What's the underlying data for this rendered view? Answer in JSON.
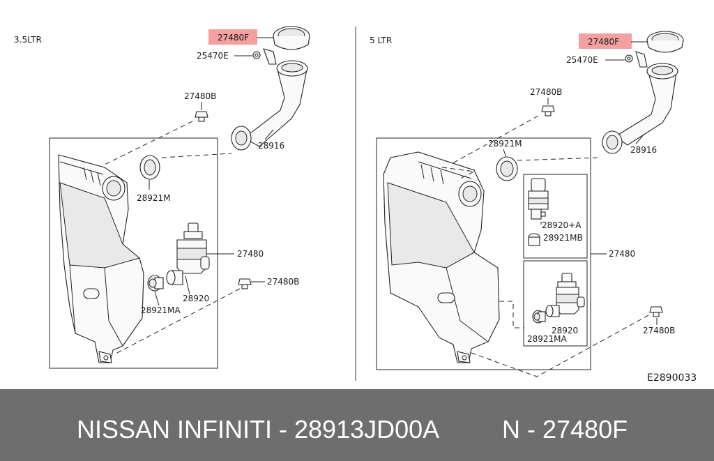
{
  "colors": {
    "highlight": "#f4a0a0",
    "footer_bg": "#6e6e6e",
    "footer_text": "#ffffff",
    "line": "#222222"
  },
  "left_panel": {
    "variant": "3.5LTR",
    "labels": {
      "cap": "27480F",
      "clip": "25470E",
      "bolt_top": "27480B",
      "filler_tube": "28916",
      "grommet": "28921M",
      "tank": "27480",
      "bolt_right": "27480B",
      "pump": "28920",
      "pump_seal": "28921MA"
    }
  },
  "right_panel": {
    "variant": "5 LTR",
    "labels": {
      "cap": "27480F",
      "clip": "25470E",
      "bolt_top": "27480B",
      "grommet": "28921M",
      "filler_tube": "28916",
      "pump_a": "28920+A",
      "seal_b": "28921MB",
      "tank": "27480",
      "pump": "28920",
      "bolt_right": "27480B",
      "pump_seal": "28921MA"
    }
  },
  "diagram_code": "E2890033",
  "footer": {
    "left_text": "NISSAN INFINITI - 28913JD00A",
    "right_text": "N - 27480F"
  }
}
